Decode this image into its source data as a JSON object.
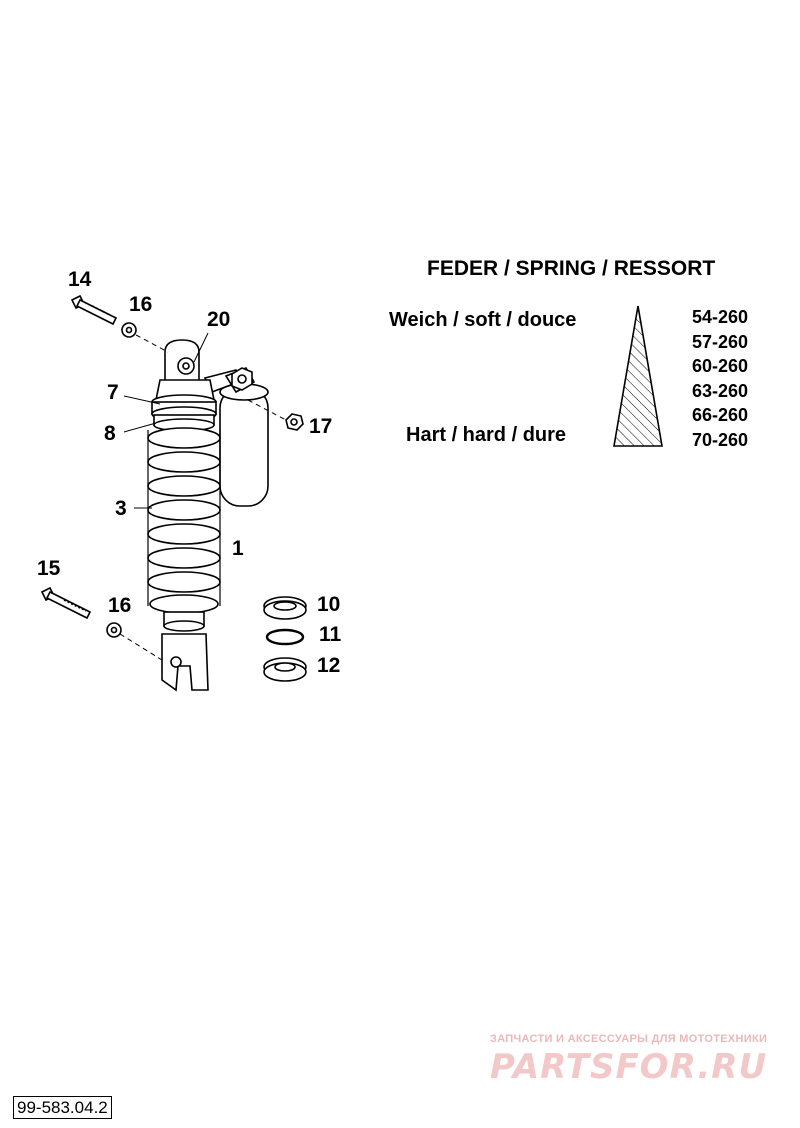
{
  "parts_labels": {
    "p14": "14",
    "p16a": "16",
    "p20": "20",
    "p7": "7",
    "p8": "8",
    "p17": "17",
    "p3": "3",
    "p1": "1",
    "p15": "15",
    "p16b": "16",
    "p10": "10",
    "p11": "11",
    "p12": "12"
  },
  "spring_spec": {
    "title": "FEDER / SPRING / RESSORT",
    "soft_label": "Weich / soft / douce",
    "hard_label": "Hart / hard / dure",
    "rates": [
      "54-260",
      "57-260",
      "60-260",
      "63-260",
      "66-260",
      "70-260"
    ]
  },
  "watermark": {
    "tagline": "ЗАПЧАСТИ И АКСЕССУАРЫ ДЛЯ МОТОТЕХНИКИ",
    "logo": "PARTSFOR.RU"
  },
  "doc_ref": "99-583.04.2"
}
